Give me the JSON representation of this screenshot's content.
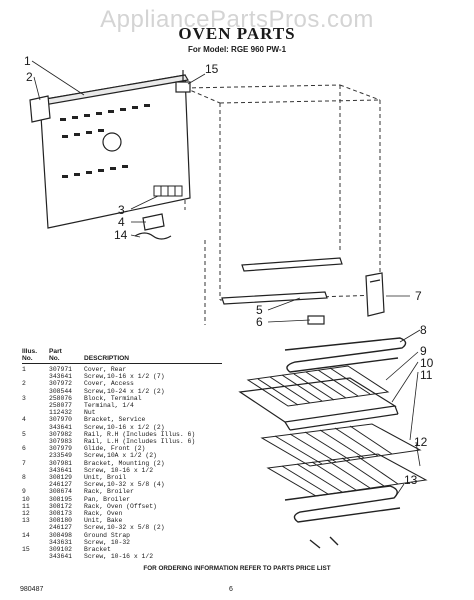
{
  "watermark": "AppliancePartsPros.com",
  "title": "OVEN PARTS",
  "subtitle": "For Model: RGE 960 PW-1",
  "callouts": [
    "1",
    "2",
    "15",
    "3",
    "4",
    "14",
    "5",
    "6",
    "7",
    "8",
    "9",
    "10",
    "11",
    "12",
    "13"
  ],
  "table": {
    "col_illus_top": "Illus.",
    "col_illus_bottom": "No.",
    "col_part_top": "Part",
    "col_part_bottom": "No.",
    "col_desc": "DESCRIPTION",
    "rows": [
      {
        "illus": "1",
        "part": "307971",
        "desc": "Cover, Rear"
      },
      {
        "illus": "",
        "part": "343641",
        "desc": "Screw,10-16 x 1/2 (7)"
      },
      {
        "illus": "2",
        "part": "307972",
        "desc": "Cover, Access"
      },
      {
        "illus": "",
        "part": "308544",
        "desc": "Screw,10-24 x 1/2 (2)"
      },
      {
        "illus": "3",
        "part": "258076",
        "desc": "Block, Terminal"
      },
      {
        "illus": "",
        "part": "258077",
        "desc": "Terminal, 1/4"
      },
      {
        "illus": "",
        "part": "112432",
        "desc": "Nut"
      },
      {
        "illus": "4",
        "part": "307970",
        "desc": "Bracket, Service"
      },
      {
        "illus": "",
        "part": "343641",
        "desc": "Screw,10-16 x 1/2 (2)"
      },
      {
        "illus": "5",
        "part": "307982",
        "desc": "Rail, R.H (Includes Illus. 6)"
      },
      {
        "illus": "",
        "part": "307983",
        "desc": "Rail, L.H (Includes Illus. 6)"
      },
      {
        "illus": "6",
        "part": "307979",
        "desc": "Glide, Front (2)"
      },
      {
        "illus": "",
        "part": "233549",
        "desc": "Screw,10A x 1/2 (2)"
      },
      {
        "illus": "7",
        "part": "307981",
        "desc": "Bracket, Mounting (2)"
      },
      {
        "illus": "",
        "part": "343641",
        "desc": "Screw, 10-16 x 1/2"
      },
      {
        "illus": "8",
        "part": "308129",
        "desc": "Unit, Broil"
      },
      {
        "illus": "",
        "part": "246127",
        "desc": "Screw,10-32 x 5/8 (4)"
      },
      {
        "illus": "9",
        "part": "308674",
        "desc": "Rack, Broiler"
      },
      {
        "illus": "10",
        "part": "308195",
        "desc": "Pan, Broiler"
      },
      {
        "illus": "11",
        "part": "308172",
        "desc": "Rack, Oven (Offset)"
      },
      {
        "illus": "12",
        "part": "308173",
        "desc": "Rack, Oven"
      },
      {
        "illus": "13",
        "part": "308180",
        "desc": "Unit, Bake"
      },
      {
        "illus": "",
        "part": "246127",
        "desc": "Screw,10-32 x 5/8 (2)"
      },
      {
        "illus": "14",
        "part": "308498",
        "desc": "Ground Strap"
      },
      {
        "illus": "",
        "part": "343631",
        "desc": "Screw, 10-32"
      },
      {
        "illus": "15",
        "part": "309102",
        "desc": "Bracket"
      },
      {
        "illus": "",
        "part": "343641",
        "desc": "Screw, 10-16 x 1/2"
      }
    ]
  },
  "footer_note": "FOR ORDERING INFORMATION REFER TO PARTS PRICE LIST",
  "doc_number": "980487",
  "page_number": "6"
}
